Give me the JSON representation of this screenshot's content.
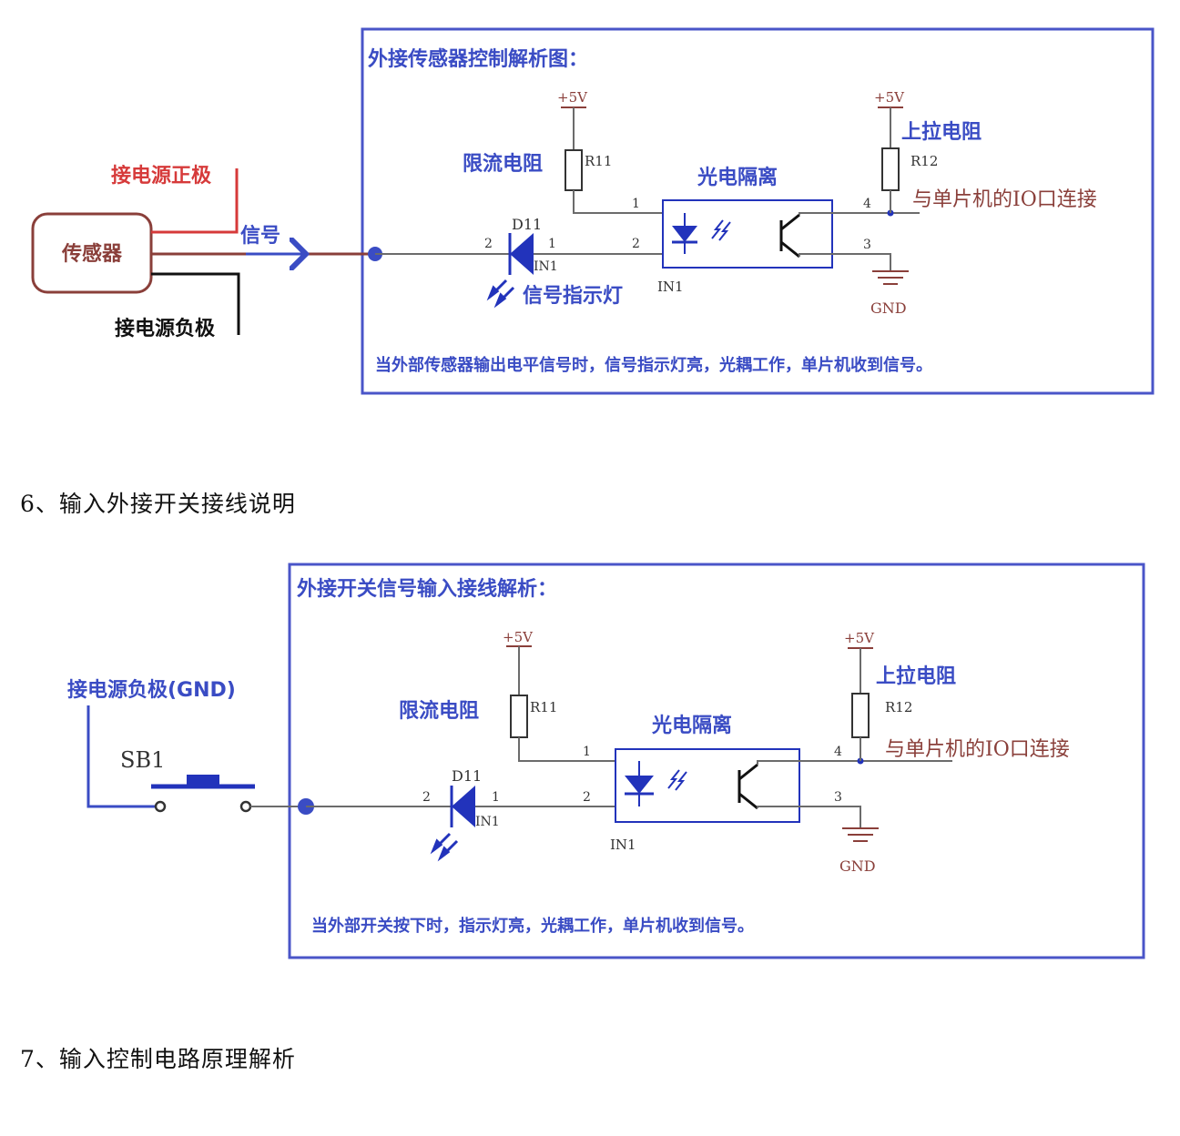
{
  "colors": {
    "frame": "#4a55c8",
    "wire": "#6b6b6b",
    "blue_label": "#3a4cc4",
    "red_label": "#d63a3a",
    "brown": "#8a3f3a",
    "black": "#111111"
  },
  "diagram1": {
    "title": "外接传感器控制解析图：",
    "sensor_label": "传感器",
    "pos_label": "接电源正极",
    "neg_label": "接电源负极",
    "signal_label": "信号",
    "vcc1": "+5V",
    "vcc2": "+5V",
    "resistor1_label": "限流电阻",
    "resistor1_ref": "R11",
    "resistor2_label": "上拉电阻",
    "resistor2_ref": "R12",
    "opto_label": "光电隔离",
    "opto_ref": "IN1",
    "diode_ref": "D11",
    "diode_sub": "IN1",
    "led_label": "信号指示灯",
    "mcu_label": "与单片机的IO口连接",
    "gnd": "GND",
    "pins": {
      "p1a": "1",
      "p2a": "2",
      "p1b": "1",
      "p2b": "2",
      "p4": "4",
      "p3": "3"
    },
    "note": "当外部传感器输出电平信号时，信号指示灯亮，光耦工作，单片机收到信号。"
  },
  "heading6": "6、输入外接开关接线说明",
  "diagram2": {
    "title": "外接开关信号输入接线解析：",
    "gnd_label": "接电源负极(GND)",
    "switch_ref": "SB1",
    "vcc1": "+5V",
    "vcc2": "+5V",
    "resistor1_label": "限流电阻",
    "resistor1_ref": "R11",
    "resistor2_label": "上拉电阻",
    "resistor2_ref": "R12",
    "opto_label": "光电隔离",
    "opto_ref": "IN1",
    "diode_ref": "D11",
    "diode_sub": "IN1",
    "mcu_label": "与单片机的IO口连接",
    "gnd": "GND",
    "pins": {
      "p1a": "1",
      "p2a": "2",
      "p1b": "1",
      "p2b": "2",
      "p4": "4",
      "p3": "3"
    },
    "note": "当外部开关按下时，指示灯亮，光耦工作，单片机收到信号。"
  },
  "heading7": "7、输入控制电路原理解析"
}
